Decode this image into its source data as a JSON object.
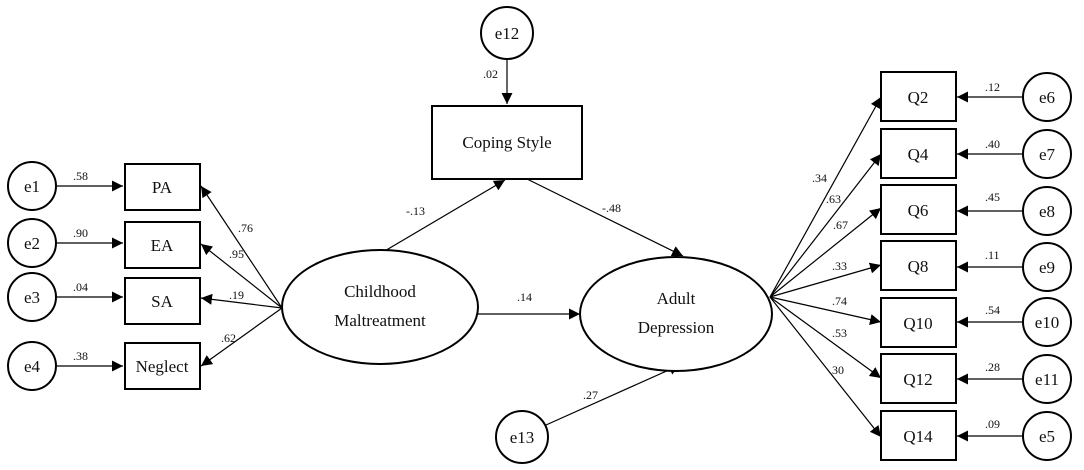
{
  "nodes": {
    "e1": "e1",
    "e2": "e2",
    "e3": "e3",
    "e4": "e4",
    "pa": "PA",
    "ea": "EA",
    "sa": "SA",
    "neglect": "Neglect",
    "childhood_line1": "Childhood",
    "childhood_line2": "Maltreatment",
    "coping": "Coping Style",
    "e12": "e12",
    "e13": "e13",
    "adult_line1": "Adult",
    "adult_line2": "Depression",
    "q2": "Q2",
    "q4": "Q4",
    "q6": "Q6",
    "q8": "Q8",
    "q10": "Q10",
    "q12": "Q12",
    "q14": "Q14",
    "e6": "e6",
    "e7": "e7",
    "e8": "e8",
    "e9": "e9",
    "e10": "e10",
    "e11": "e11",
    "e5": "e5"
  },
  "coefficients": {
    "e1_pa": ".58",
    "e2_ea": ".90",
    "e3_sa": ".04",
    "e4_neglect": ".38",
    "cm_pa": ".76",
    "cm_ea": ".95",
    "cm_sa": ".19",
    "cm_neglect": ".62",
    "cm_coping": "-.13",
    "e12_coping": ".02",
    "coping_ad": "-.48",
    "cm_ad": ".14",
    "e13_ad": ".27",
    "ad_q2": ".34",
    "ad_q4": ".63",
    "ad_q6": ".67",
    "ad_q8": ".33",
    "ad_q10": ".74",
    "ad_q12": ".53",
    "ad_q14": ".30",
    "e6_q2": ".12",
    "e7_q4": ".40",
    "e8_q6": ".45",
    "e9_q8": ".11",
    "e10_q10": ".54",
    "e11_q12": ".28",
    "e5_q14": ".09"
  }
}
